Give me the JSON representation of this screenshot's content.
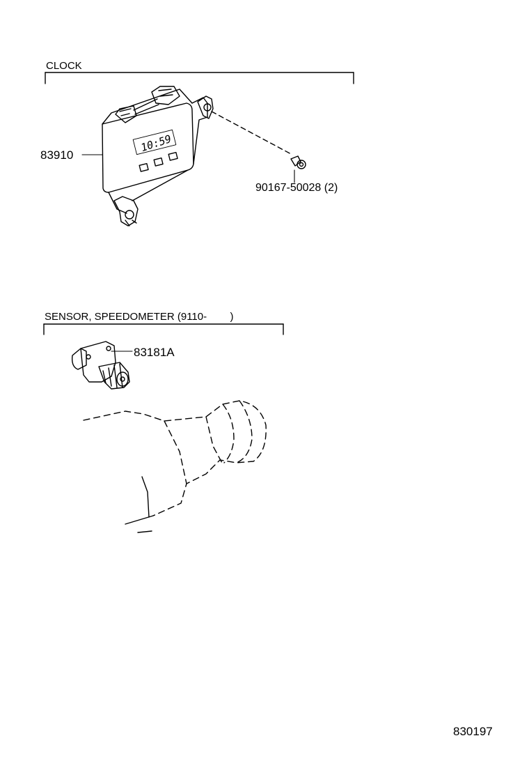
{
  "sections": {
    "clock": {
      "title": "CLOCK",
      "display": "10:59",
      "parts": {
        "clock_unit": "83910",
        "screw": "90167-50028 (2)"
      }
    },
    "sensor": {
      "title": "SENSOR, SPEEDOMETER (9110-        )",
      "parts": {
        "sensor_unit": "83181A"
      }
    }
  },
  "illustration_number": "830197"
}
